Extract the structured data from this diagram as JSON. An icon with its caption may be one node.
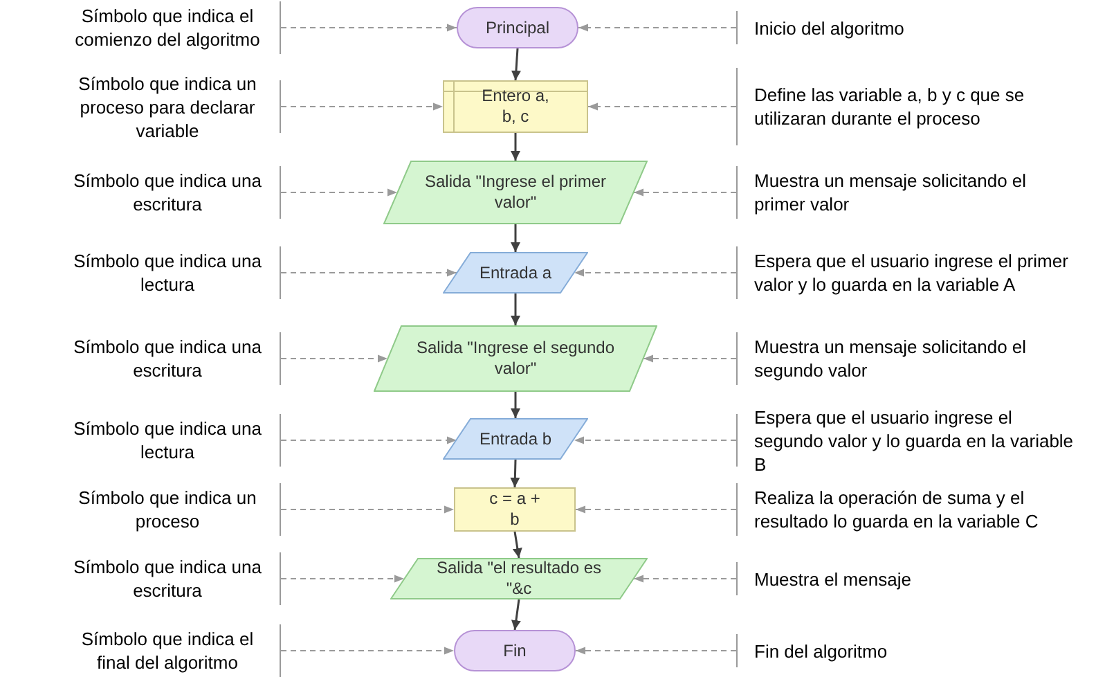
{
  "diagram": {
    "nodes": [
      {
        "text": [
          "Principal"
        ]
      },
      {
        "text": [
          "Entero a, b, c"
        ]
      },
      {
        "text": [
          "Salida \"Ingrese el primer valor\""
        ]
      },
      {
        "text": [
          "Entrada a"
        ]
      },
      {
        "text": [
          "Salida \"Ingrese el segundo valor\""
        ]
      },
      {
        "text": [
          "Entrada b"
        ]
      },
      {
        "text": [
          "c = a + b"
        ]
      },
      {
        "text": [
          "Salida \"el resultado es \"&c"
        ]
      },
      {
        "text": [
          "Fin"
        ]
      },
      {
        "text": [
          "Símbolo que indica el comienzo del algoritmo"
        ]
      },
      {
        "text": [
          "Símbolo que indica un proceso para declarar variable"
        ]
      },
      {
        "text": [
          "Símbolo que indica una escritura"
        ]
      },
      {
        "text": [
          "Símbolo que indica una lectura"
        ]
      },
      {
        "text": [
          "Símbolo que indica una escritura"
        ]
      },
      {
        "text": [
          "Símbolo que indica una lectura"
        ]
      },
      {
        "text": [
          "Símbolo que indica un proceso"
        ]
      },
      {
        "text": [
          "Símbolo que indica una escritura"
        ]
      },
      {
        "text": [
          "Símbolo que indica el final del algoritmo"
        ]
      },
      {
        "text": [
          "Inicio del algoritmo"
        ]
      },
      {
        "text": [
          "Define las variable a, b y c que se utilizaran durante el proceso"
        ]
      },
      {
        "text": [
          "Muestra un mensaje solicitando el primer valor"
        ]
      },
      {
        "text": [
          "Espera que el usuario ingrese el primer valor y lo guarda en la variable A"
        ]
      },
      {
        "text": [
          "Muestra un mensaje solicitando el segundo valor"
        ]
      },
      {
        "text": [
          "Espera que el usuario ingrese el segundo valor y lo guarda en la variable B"
        ]
      },
      {
        "text": [
          "Realiza la operación de suma y el resultado lo guarda en la variable C"
        ]
      },
      {
        "text": [
          "Muestra el mensaje"
        ]
      },
      {
        "text": [
          "Fin del algoritmo"
        ]
      }
    ],
    "edges": [
      {
        "from": 0,
        "to": 1,
        "arrow": "to"
      },
      {
        "from": 1,
        "to": 2,
        "arrow": "to"
      },
      {
        "from": 2,
        "to": 3,
        "arrow": "to"
      },
      {
        "from": 3,
        "to": 4,
        "arrow": "to"
      },
      {
        "from": 4,
        "to": 5,
        "arrow": "to"
      },
      {
        "from": 5,
        "to": 6,
        "arrow": "to"
      },
      {
        "from": 6,
        "to": 7,
        "arrow": "to"
      },
      {
        "from": 7,
        "to": 8,
        "arrow": "to"
      },
      {
        "from": 9,
        "to": 0,
        "arrow": "to",
        "style": "dashed"
      },
      {
        "from": 10,
        "to": 1,
        "arrow": "to",
        "style": "dashed"
      },
      {
        "from": 11,
        "to": 2,
        "arrow": "to",
        "style": "dashed"
      },
      {
        "from": 12,
        "to": 3,
        "arrow": "to",
        "style": "dashed"
      },
      {
        "from": 13,
        "to": 4,
        "arrow": "to",
        "style": "dashed"
      },
      {
        "from": 14,
        "to": 5,
        "arrow": "to",
        "style": "dashed"
      },
      {
        "from": 15,
        "to": 6,
        "arrow": "to",
        "style": "dashed"
      },
      {
        "from": 16,
        "to": 7,
        "arrow": "to",
        "style": "dashed"
      },
      {
        "from": 17,
        "to": 8,
        "arrow": "to",
        "style": "dashed"
      },
      {
        "from": 18,
        "to": 0,
        "arrow": "to",
        "style": "dashed"
      },
      {
        "from": 19,
        "to": 1,
        "arrow": "to",
        "style": "dashed"
      },
      {
        "from": 20,
        "to": 2,
        "arrow": "to",
        "style": "dashed"
      },
      {
        "from": 21,
        "to": 3,
        "arrow": "to",
        "style": "dashed"
      },
      {
        "from": 22,
        "to": 4,
        "arrow": "to",
        "style": "dashed"
      },
      {
        "from": 23,
        "to": 5,
        "arrow": "to",
        "style": "dashed"
      },
      {
        "from": 24,
        "to": 6,
        "arrow": "to",
        "style": "dashed"
      },
      {
        "from": 25,
        "to": 7,
        "arrow": "to",
        "style": "dashed"
      },
      {
        "from": 26,
        "to": 8,
        "arrow": "to",
        "style": "dashed"
      }
    ]
  }
}
